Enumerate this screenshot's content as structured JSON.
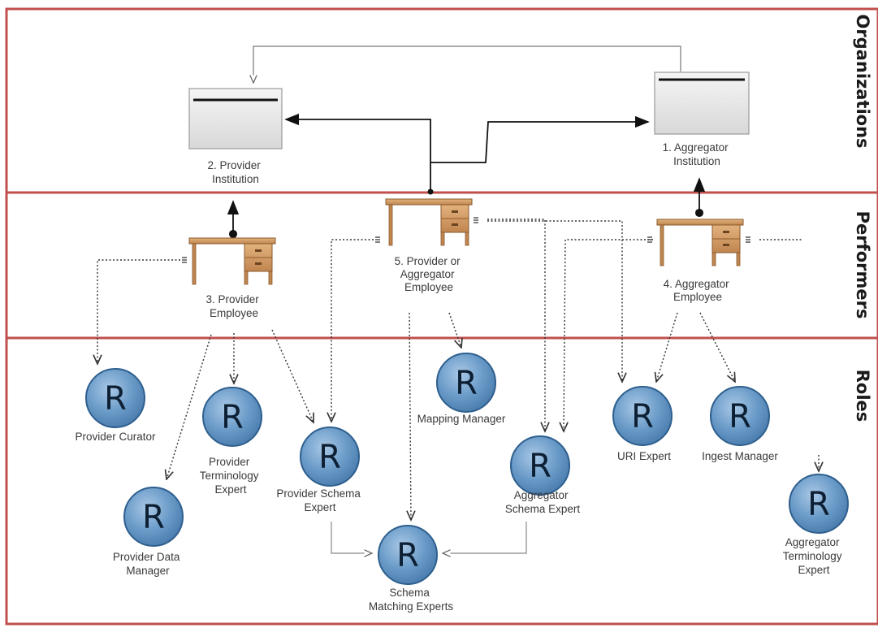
{
  "lanes": {
    "organizations": "Organizations",
    "performers": "Performers",
    "roles": "Roles"
  },
  "organizations": {
    "provider_institution": [
      "2. Provider",
      "Institution"
    ],
    "aggregator_institution": [
      "1. Aggregator",
      "Institution"
    ]
  },
  "performers": {
    "provider_employee": [
      "3. Provider",
      "Employee"
    ],
    "provider_or_aggregator_employee": [
      "5. Provider or",
      "Aggregator",
      "Employee"
    ],
    "aggregator_employee": [
      "4. Aggregator",
      "Employee"
    ]
  },
  "roles": {
    "letter": "R",
    "provider_curator": [
      "Provider Curator"
    ],
    "provider_data_manager": [
      "Provider Data",
      "Manager"
    ],
    "provider_terminology_expert": [
      "Provider",
      "Terminology",
      "Expert"
    ],
    "provider_schema_expert": [
      "Provider Schema",
      "Expert"
    ],
    "mapping_manager": [
      "Mapping Manager"
    ],
    "schema_matching_experts": [
      "Schema",
      "Matching Experts"
    ],
    "aggregator_schema_expert": [
      "Aggregator",
      "Schema Expert"
    ],
    "uri_expert": [
      "URI Expert"
    ],
    "ingest_manager": [
      "Ingest Manager"
    ],
    "aggregator_terminology_expert": [
      "Aggregator",
      "Terminology",
      "Expert"
    ]
  },
  "colors": {
    "lane_border": "#c0504d",
    "role_fill": "#6a9bc8",
    "role_stroke": "#2e5f8e",
    "desk_wood": "#cf9a63",
    "desk_edge": "#8a5a2b",
    "institution_fill": "#e3e3e3"
  }
}
